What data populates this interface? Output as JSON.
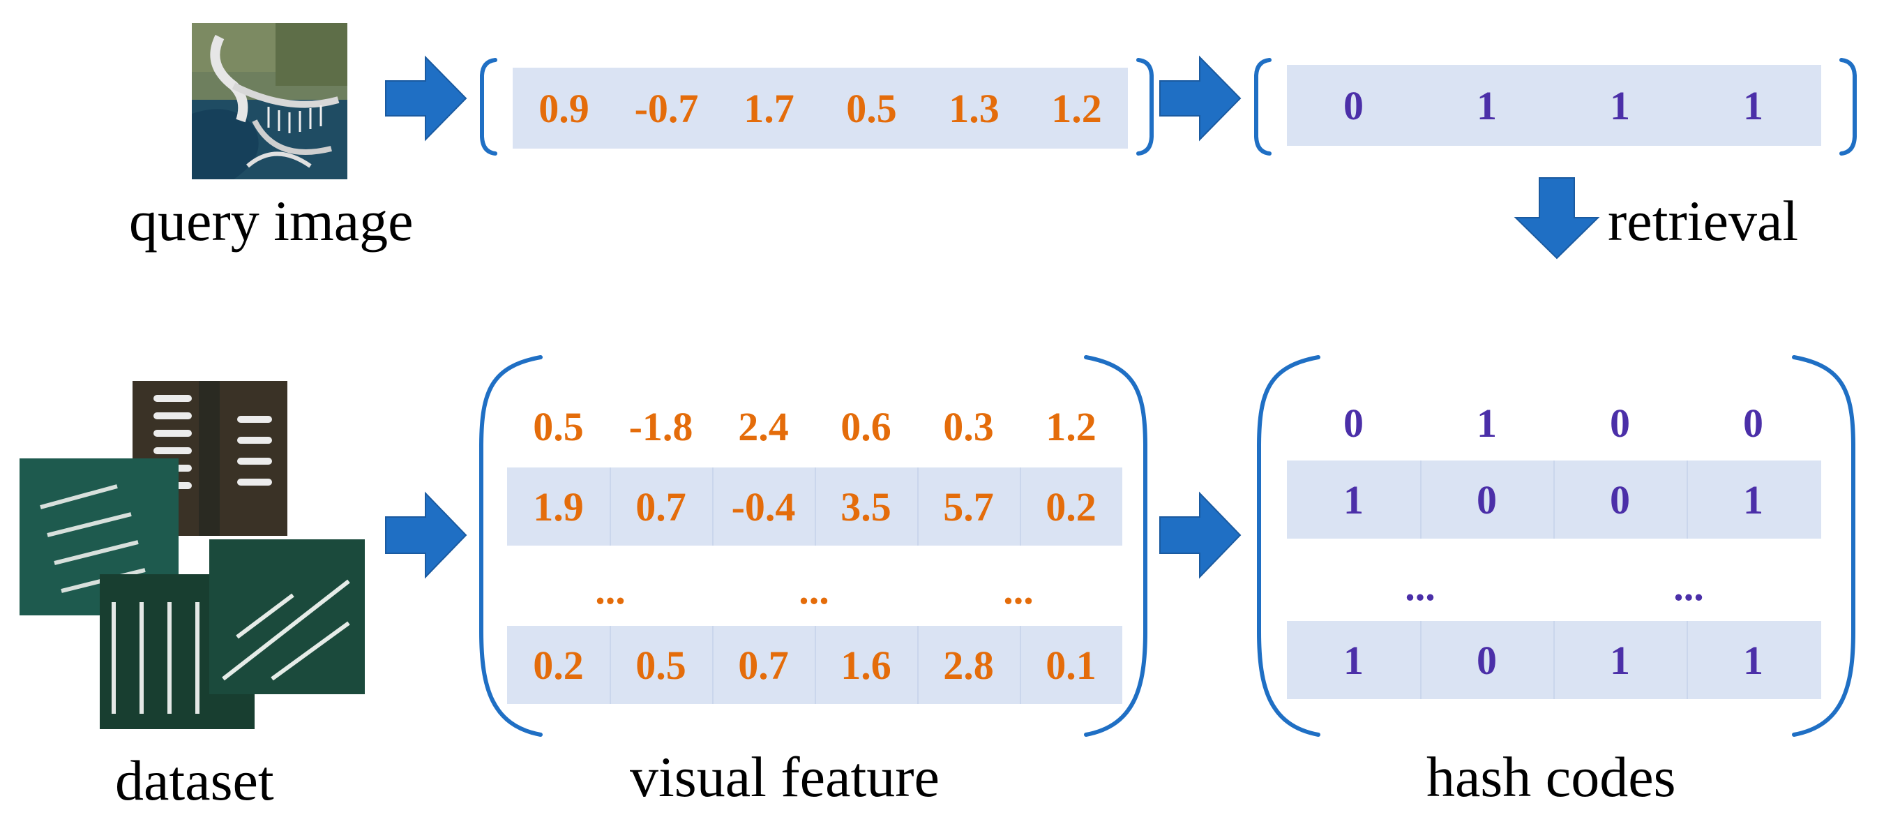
{
  "labels": {
    "query_image": "query image",
    "retrieval": "retrieval",
    "dataset": "dataset",
    "visual_feature": "visual feature",
    "hash_codes": "hash codes"
  },
  "query_feature": [
    "0.9",
    "-0.7",
    "1.7",
    "0.5",
    "1.3",
    "1.2"
  ],
  "query_hash": [
    "0",
    "1",
    "1",
    "1"
  ],
  "feature_matrix": {
    "rows": [
      [
        "0.5",
        "-1.8",
        "2.4",
        "0.6",
        "0.3",
        "1.2"
      ],
      [
        "1.9",
        "0.7",
        "-0.4",
        "3.5",
        "5.7",
        "0.2"
      ],
      [
        "0.2",
        "0.5",
        "0.7",
        "1.6",
        "2.8",
        "0.1"
      ]
    ],
    "ellipsis": [
      "...",
      "...",
      "..."
    ]
  },
  "hash_matrix": {
    "rows": [
      [
        "0",
        "1",
        "0",
        "0"
      ],
      [
        "1",
        "0",
        "0",
        "1"
      ],
      [
        "1",
        "0",
        "1",
        "1"
      ]
    ],
    "ellipsis": [
      "...",
      "..."
    ]
  },
  "colors": {
    "arrow": "#1F6FC4",
    "bracket": "#1F6FC4",
    "band": "#DAE3F3",
    "feature_text": "#E46C0A",
    "hash_text": "#4B2FA8"
  }
}
